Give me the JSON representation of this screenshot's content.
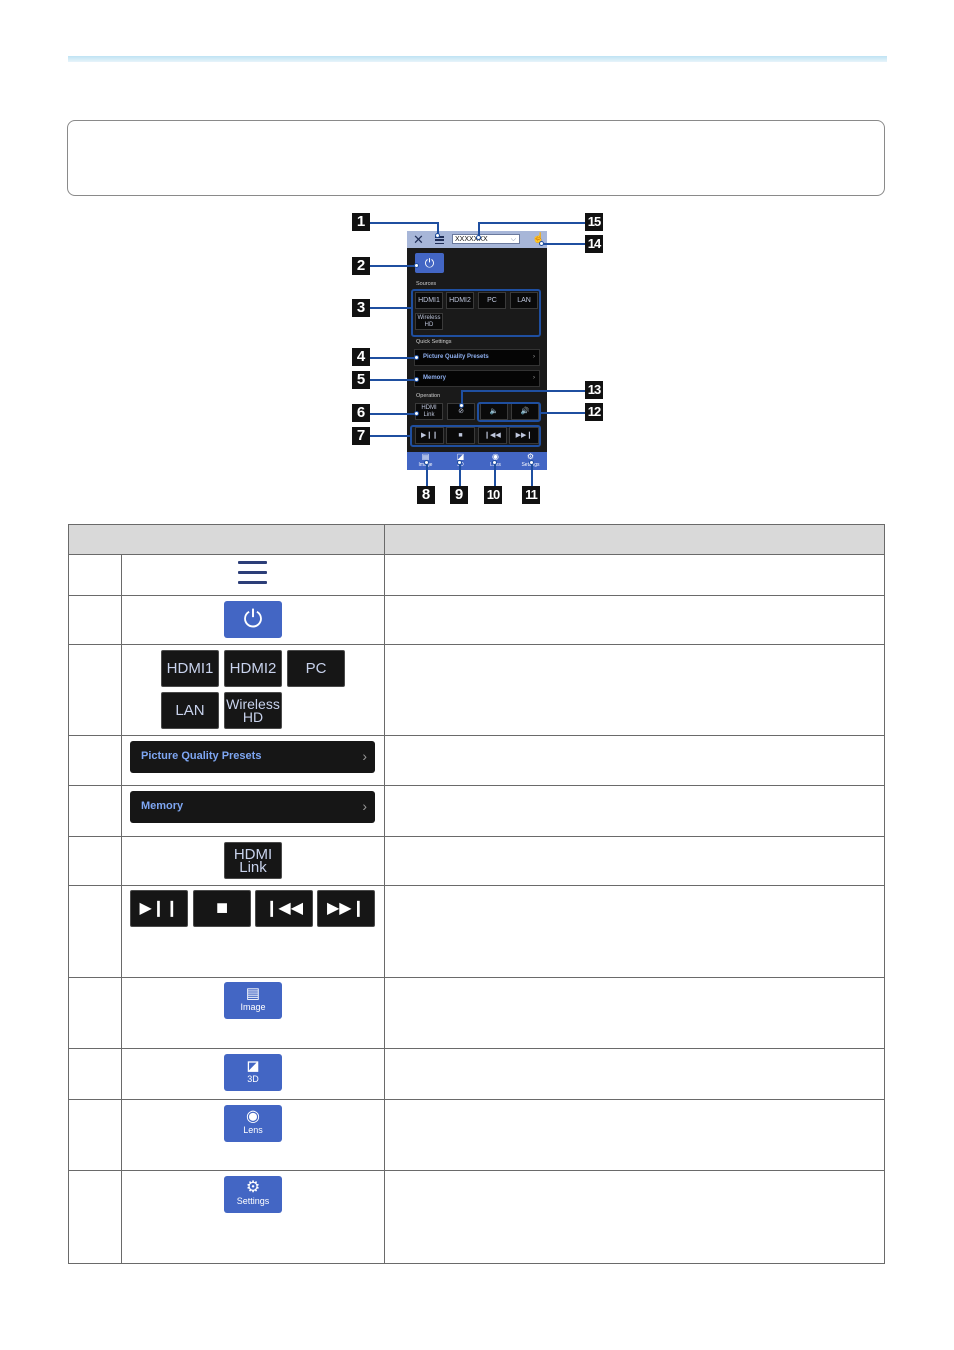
{
  "phone": {
    "close_glyph": "✕",
    "projector_name": "XXXXXXX",
    "power_glyph": "⏻",
    "sources_heading": "Sources",
    "sources": [
      "HDMI1",
      "HDMI2",
      "PC",
      "LAN",
      "Wireless HD"
    ],
    "quick_heading": "Quick Settings",
    "picture_quality": "Picture Quality Presets",
    "memory": "Memory",
    "operation_heading": "Operation",
    "hdmi_link": "HDMI Link",
    "tabs": [
      "Image",
      "3D",
      "Lens",
      "Settings"
    ]
  },
  "callouts": [
    "1",
    "2",
    "3",
    "4",
    "5",
    "6",
    "7",
    "8",
    "9",
    "10",
    "11",
    "12",
    "13",
    "14",
    "15"
  ],
  "table": {
    "sources": [
      "HDMI1",
      "HDMI2",
      "PC",
      "LAN"
    ],
    "wireless_hd_line1": "Wireless",
    "wireless_hd_line2": "HD",
    "picture_quality": "Picture Quality Presets",
    "memory": "Memory",
    "hdmi_link_line1": "HDMI",
    "hdmi_link_line2": "Link",
    "image": "Image",
    "three_d": "3D",
    "lens": "Lens",
    "settings": "Settings"
  },
  "icons": [
    "menu-icon",
    "power-icon",
    "play-pause-icon",
    "stop-icon",
    "previous-icon",
    "next-icon",
    "image-icon",
    "3d-icon",
    "lens-icon",
    "gear-icon",
    "mute-icon",
    "volume-down-icon",
    "volume-up-icon",
    "touch-icon",
    "chevron-right-icon"
  ],
  "colors": {
    "accent_blue": "#4366c4",
    "callout_line": "#1f4fa0",
    "header_gray": "#d9d9d9"
  }
}
